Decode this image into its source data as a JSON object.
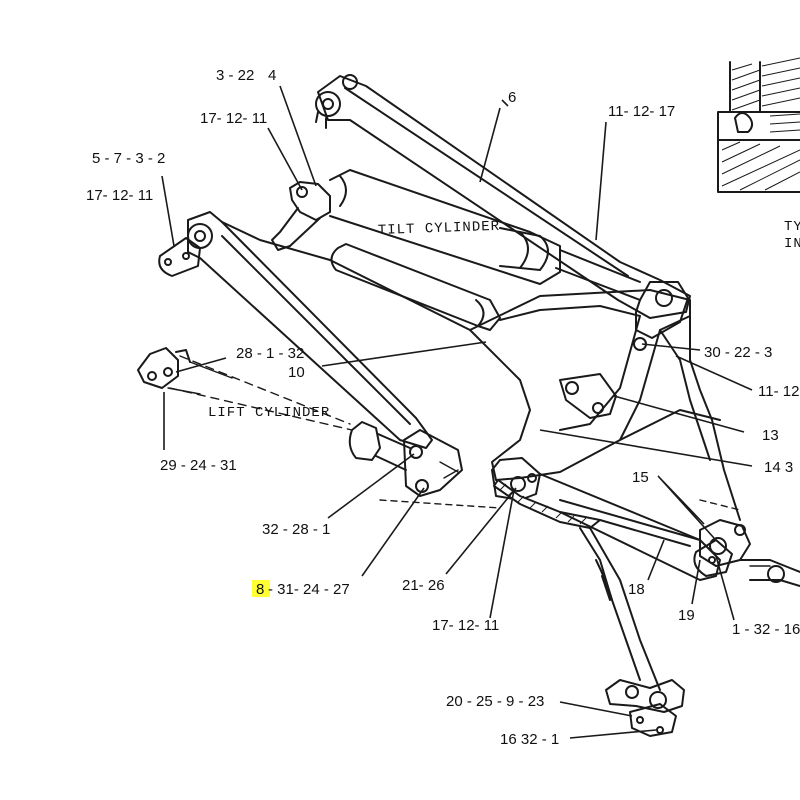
{
  "labels": {
    "l_3_22": "3 - 22",
    "l_4": "4",
    "l_6": "6",
    "l_17_12_11_a": "17- 12- 11",
    "l_5_7_3_2": "5 - 7 - 3 - 2",
    "l_17_12_11_b": "17- 12- 11",
    "l_11_12_17": "11- 12- 17",
    "l_tilt": "TILT CYLINDER",
    "l_28_1_32": "28 - 1 - 32",
    "l_10": "10",
    "l_30_22_3": "30 - 22 - 3",
    "l_11_12_partial": "11- 12",
    "l_lift": "LIFT CYLINDER",
    "l_29_24_31": "29 - 24 - 31",
    "l_13": "13",
    "l_14_3": "14  3",
    "l_15": "15",
    "l_32_28_1": "32 - 28 - 1",
    "l_8_prefix": "8",
    "l_8_rest": " - 31- 24 - 27",
    "l_21_26": "21- 26",
    "l_18": "18",
    "l_19": "19",
    "l_1_32_16": "1 - 32 - 16",
    "l_17_12_11_c": "17- 12- 11",
    "l_20_25_9_23": "20 - 25 - 9 - 23",
    "l_16_32_1": "16  32 - 1",
    "l_ty": "TY",
    "l_in": "IN"
  },
  "highlight_color": "#ffff33"
}
